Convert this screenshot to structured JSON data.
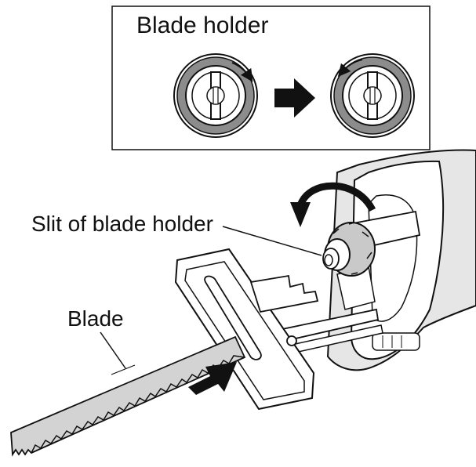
{
  "inset": {
    "title": "Blade holder"
  },
  "callouts": {
    "slit": "Slit of blade holder",
    "blade": "Blade"
  },
  "colors": {
    "ink": "#111111",
    "ring_gray": "#8c8c8c",
    "blade_gray": "#d3d3d3",
    "body_gray": "#e6e6e6"
  },
  "icons": {
    "arrow": "right-arrow-icon",
    "rotate": "rotate-arrow-icon"
  }
}
